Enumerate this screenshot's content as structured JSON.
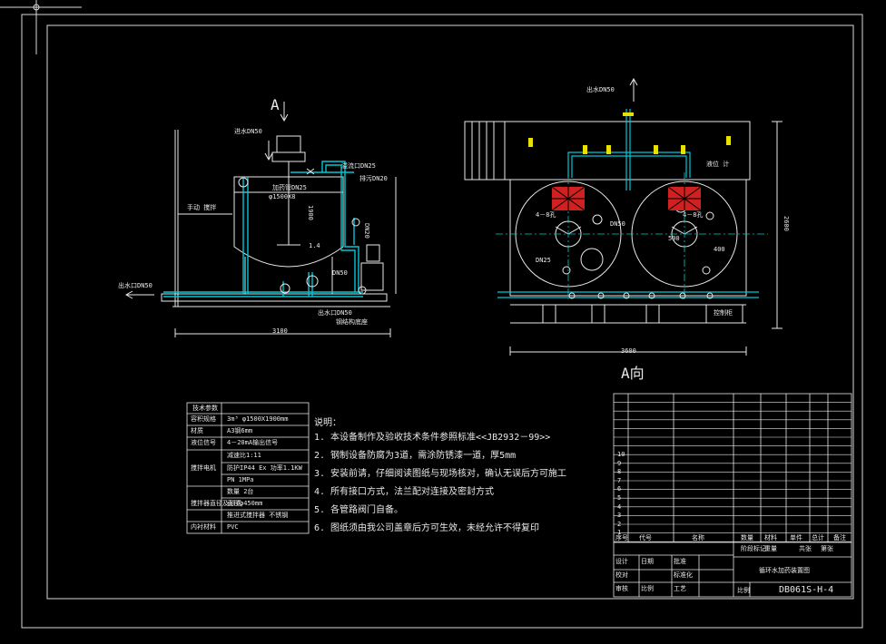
{
  "front_view": {
    "view_marker": "A",
    "inlet_top": "进水DN50",
    "dosing_pipe": "加药管DN25",
    "overflow": "溢流口DN25",
    "drain": "排污DN20",
    "tank_dim": "φ1500X8",
    "tank_height": "1900",
    "left_label": "手动 搅拌",
    "outlet_left": "出水口DN50",
    "outlet_bottom": "出水口DN50",
    "pump_pipe": "DN50",
    "base_label": "钢结构底座",
    "level_mark": "1.4",
    "right_pipe_mark": "DN20",
    "width_dim": "3100"
  },
  "top_view": {
    "outlet_top": "出水DN50",
    "left_inner_label": "4－8孔",
    "right_inner_label": "4－8孔",
    "center_label": "DN50",
    "dosing_label": "DN25",
    "small_mark_1": "500",
    "small_mark_2": "400",
    "corner_label": "液位 计",
    "side_box_label": "控制柜",
    "width_dim": "3600",
    "height_dim": "2600",
    "title": "A向"
  },
  "spec_table": {
    "header": "技术参数",
    "rows": [
      {
        "name": "容积规格",
        "value": "3m³  φ1500X1900mm"
      },
      {
        "name": "材质",
        "value": "A3钢6mm"
      },
      {
        "name": "液位信号",
        "value": "4－20mA输出信号"
      },
      {
        "name": "",
        "value": "减速比1:11"
      },
      {
        "name": "搅拌电机",
        "value": "防护IP44  Eх  功率1.1KW"
      },
      {
        "name": "",
        "value": "PN 1MPa"
      },
      {
        "name": "",
        "value": "数量 2台"
      },
      {
        "name": "搅拌器直径及形式",
        "value": "直径φ450mm"
      },
      {
        "name": "",
        "value": "推进式搅拌器 不锈钢"
      },
      {
        "name": "内衬材料",
        "value": "PVC"
      },
      {
        "name": "",
        "value": ""
      }
    ]
  },
  "notes": {
    "heading": "说明：",
    "items": [
      "1. 本设备制作及验收技术条件参照标准<<JB2932－99>>",
      "2. 钢制设备防腐为3道，需涂防锈漆一道，厚5mm",
      "3. 安装前请，仔细阅读图纸与现场核对，确认无误后方可施工",
      "4. 所有接口方式，法兰配对连接及密封方式",
      "5. 各管路阀门自备。",
      "6. 图纸须由我公司盖章后方可生效，未经允许不得复印"
    ]
  },
  "title_block": {
    "row_numbers": [
      "10",
      "9",
      "8",
      "7",
      "6",
      "5",
      "4",
      "3",
      "2",
      "1"
    ],
    "header_labels": [
      "序号",
      "代号",
      "名称",
      "数量",
      "材料",
      "单件",
      "总计",
      "备注"
    ],
    "drawing_name": "循环水加药装置图",
    "drawing_number": "DB061S-H-4",
    "sign_labels": [
      "设计",
      "校对",
      "审核",
      "批准",
      "标准化",
      "工艺",
      "日期",
      "比例",
      "共张",
      "第张"
    ],
    "scale_labels": [
      "阶段标记",
      "重量",
      "比例"
    ]
  },
  "colors": {
    "line": "#e8e8e8",
    "cyan": "#00c8d8",
    "yellow": "#e8e000",
    "green": "#a8e060",
    "red": "#d02020",
    "frame": "#d8d8d8"
  }
}
